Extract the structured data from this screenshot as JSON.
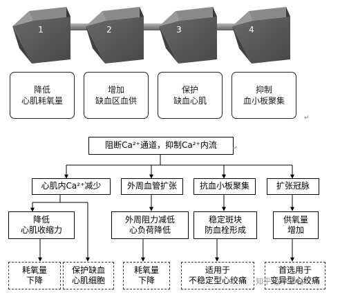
{
  "cubes": [
    "1",
    "2",
    "3",
    "4"
  ],
  "benefits": [
    {
      "line1": "降低",
      "line2": "心肌耗氧量"
    },
    {
      "line1": "增加",
      "line2": "缺血区血供"
    },
    {
      "line1": "保护",
      "line2": "缺血心肌"
    },
    {
      "line1": "抑制",
      "line2": "血小板聚集"
    }
  ],
  "flow": {
    "root": "阻断Ca²⁺通道，抑制Ca²⁺内流",
    "level2": [
      "心肌内Ca²⁺减少",
      "外周血管扩张",
      "抗血小板聚集",
      "扩张冠脉"
    ],
    "level3": [
      {
        "line1": "降低",
        "line2": "心肌收缩力"
      },
      {
        "line1": "外周阻力减低",
        "line2": "心负荷降低"
      },
      {
        "line1": "稳定斑块",
        "line2": "防血栓形成"
      },
      {
        "line1": "供氧量",
        "line2": "增加"
      }
    ],
    "level4": [
      {
        "line1": "耗氧量",
        "line2": "下降"
      },
      {
        "line1": "保护缺血",
        "line2": "心肌细胞"
      },
      {
        "line1": "耗氧量",
        "line2": "下降"
      },
      {
        "line1": "适用于",
        "line2": "不稳定型心绞痛"
      },
      {
        "line1": "首选用于",
        "line2": "变异型心绞痛"
      }
    ]
  },
  "watermark": "知乎 @李慕名",
  "colors": {
    "cube_front": "#575757",
    "cube_top": "#8a8a8a",
    "cube_side": "#3c3c3c",
    "rod": "#8f8f8f",
    "lines": "#000000"
  }
}
